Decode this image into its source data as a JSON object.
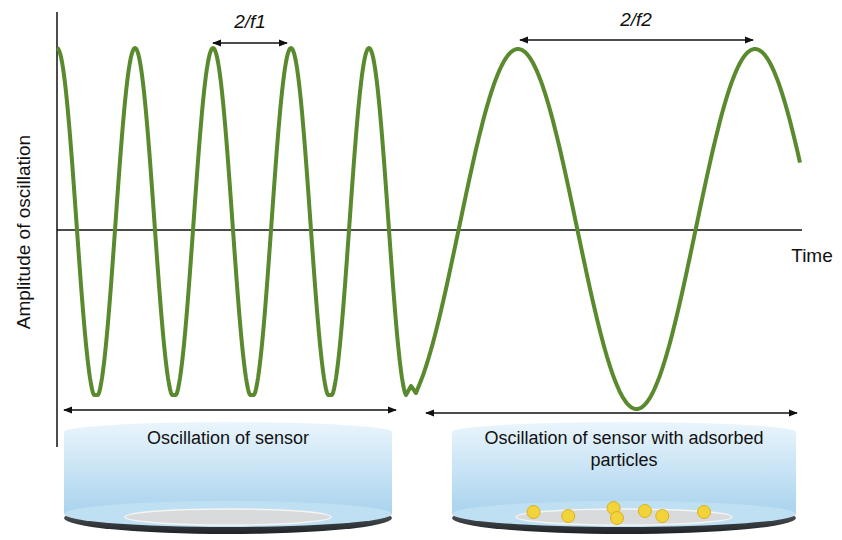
{
  "diagram": {
    "nodes": [
      {
        "text": [
          "Oscillation of sensor"
        ]
      },
      {
        "text": [
          "Oscillation of sensor with adsorbed particles"
        ]
      }
    ],
    "labels": [
      "2/f1",
      "2/f2",
      "Amplitude of oscillation",
      "Time"
    ]
  }
}
